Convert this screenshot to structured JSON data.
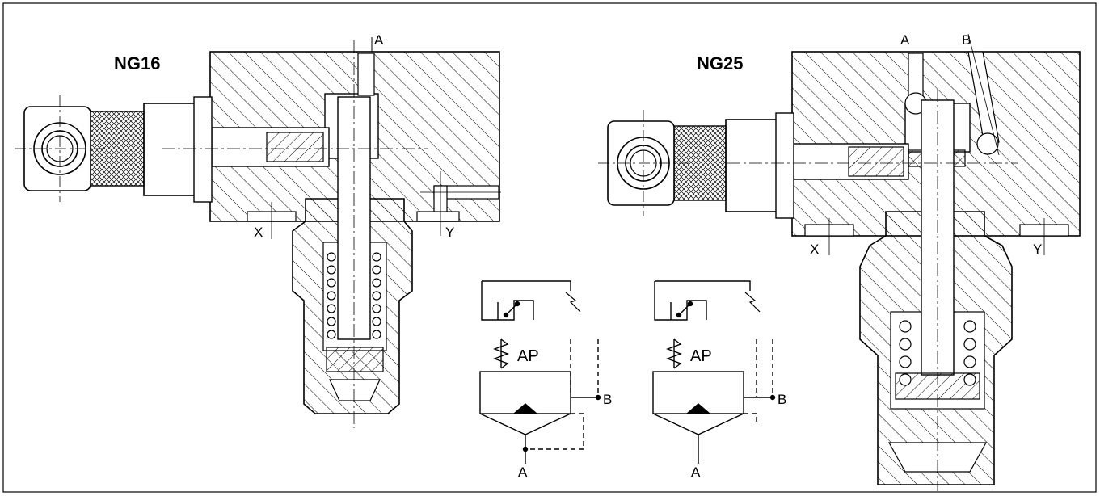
{
  "titles": {
    "left": "NG16",
    "right": "NG25"
  },
  "ng16": {
    "port_top": "A",
    "port_left": "X",
    "port_right": "Y"
  },
  "ng25": {
    "port_a": "A",
    "port_b": "B",
    "port_left": "X",
    "port_right": "Y"
  },
  "symbol1": {
    "valve_label": "AP",
    "port_bottom": "A",
    "port_right": "B"
  },
  "symbol2": {
    "valve_label": "AP",
    "port_bottom": "A",
    "port_right": "B"
  }
}
